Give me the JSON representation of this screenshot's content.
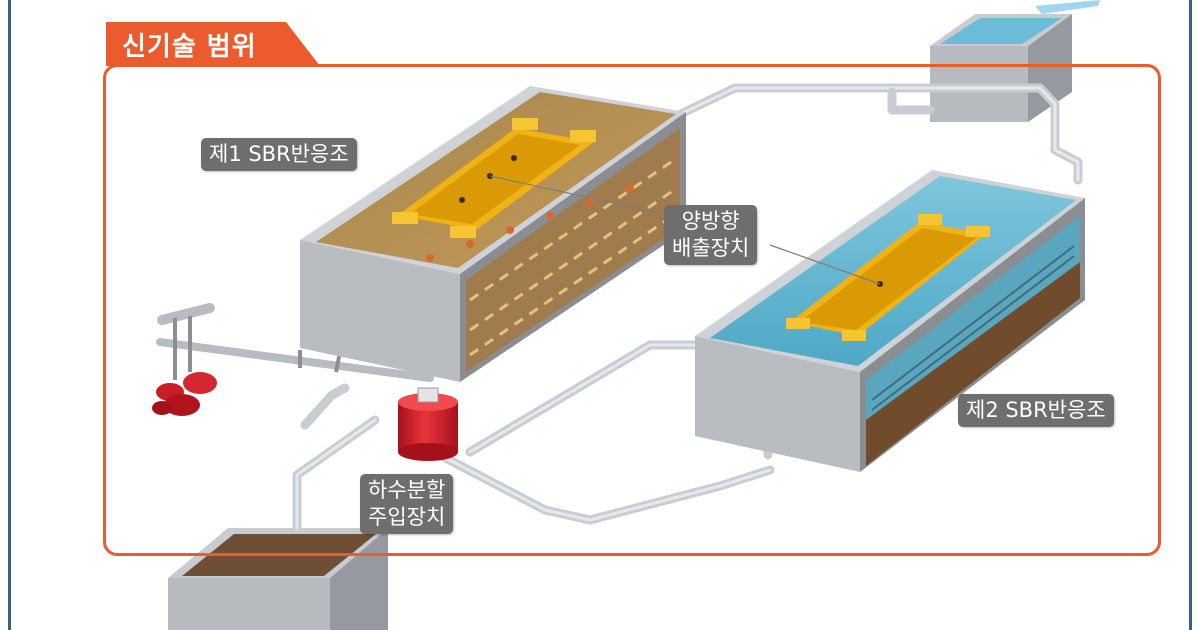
{
  "scope_label": "신기술 범위",
  "labels": {
    "reactor1": "제1 SBR반응조",
    "reactor2": "제2 SBR반응조",
    "decanter_line1": "양방향",
    "decanter_line2": "배출장치",
    "distributor_line1": "하수분할",
    "distributor_line2": "주입장치"
  },
  "colors": {
    "scope_accent": "#ec5b2d",
    "label_background": "#6e6e6e",
    "frame_border": "#3b5f86"
  }
}
